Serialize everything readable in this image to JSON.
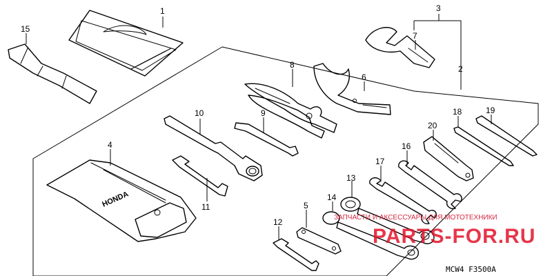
{
  "callouts": {
    "c1": "1",
    "c2": "2",
    "c3": "3",
    "c4": "4",
    "c5": "5",
    "c6": "6",
    "c7": "7",
    "c8": "8",
    "c9": "9",
    "c10": "10",
    "c11": "11",
    "c12": "12",
    "c13": "13",
    "c14": "14",
    "c15": "15",
    "c16": "16",
    "c17": "17",
    "c18": "18",
    "c19": "19",
    "c20": "20"
  },
  "footer": {
    "diagram_code": "MCW4 F3500A"
  },
  "tool_bag_logo": "HONDA",
  "watermark": {
    "caption": "ЗАПЧАСТИ И АКСЕССУАРЫ ДЛЯ МОТОТЕХНИКИ",
    "logo": "PARTS-FOR.RU",
    "color": "#e2132b"
  }
}
